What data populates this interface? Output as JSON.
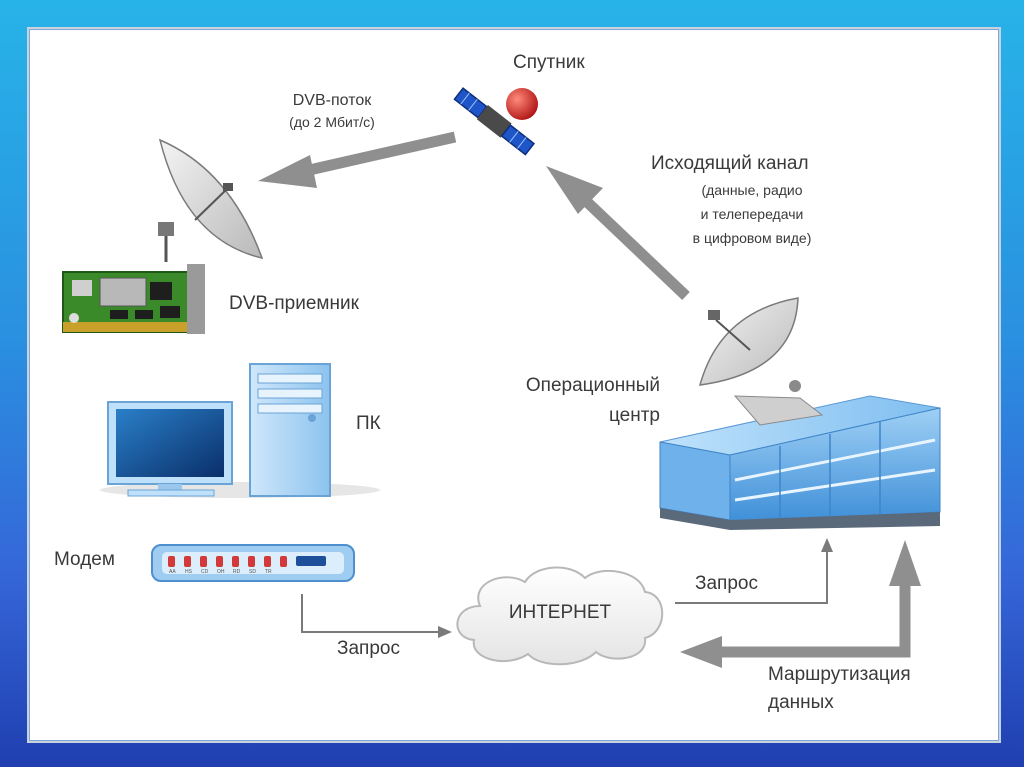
{
  "labels": {
    "satellite": "Спутник",
    "dvb_stream": "DVB-поток",
    "dvb_rate": "(до 2 Мбит/с)",
    "outgoing_title": "Исходящий канал",
    "outgoing_l1": "(данные, радио",
    "outgoing_l2": "и телепередачи",
    "outgoing_l3": "в цифровом виде)",
    "dvb_receiver": "DVB-приемник",
    "pc": "ПК",
    "ops_l1": "Операционный",
    "ops_l2": "центр",
    "modem": "Модем",
    "internet": "ИНТЕРНЕТ",
    "request_right": "Запрос",
    "request_left": "Запрос",
    "routing_l1": "Маршрутизация",
    "routing_l2": "данных"
  },
  "modem_led_labels": [
    "AA",
    "HS",
    "CD",
    "OH",
    "RD",
    "SD",
    "TR"
  ],
  "colors": {
    "arrow_gray": "#8f8f8f",
    "building_blue": "#4a9fe0",
    "satellite_red": "#d22a2a",
    "solar_blue": "#1e55c8"
  }
}
